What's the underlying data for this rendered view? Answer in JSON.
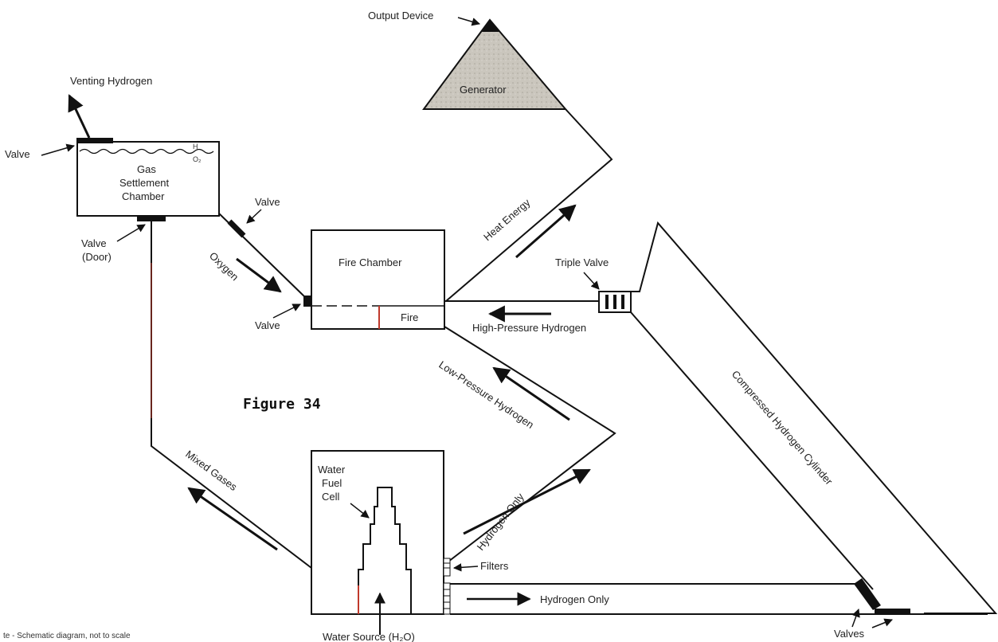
{
  "figure_title": "Figure 34",
  "note": "te - Schematic diagram, not to scale",
  "labels": {
    "output_device": "Output Device",
    "generator": "Generator",
    "venting_hydrogen": "Venting Hydrogen",
    "valve_top": "Valve",
    "gas_chamber_line1": "Gas",
    "gas_chamber_line2": "Settlement",
    "gas_chamber_line3": "Chamber",
    "h_mark": "H",
    "o_mark": "O₂",
    "valve_right": "Valve",
    "valve_door_line1": "Valve",
    "valve_door_line2": "(Door)",
    "oxygen": "Oxygen",
    "valve_fire": "Valve",
    "fire_chamber": "Fire Chamber",
    "fire": "Fire",
    "heat_energy": "Heat Energy",
    "triple_valve": "Triple Valve",
    "high_pressure_hydrogen": "High-Pressure Hydrogen",
    "low_pressure_hydrogen": "Low-Pressure Hydrogen",
    "compressed_hydrogen_cylinder": "Compressed Hydrogen Cylinder",
    "mixed_gases": "Mixed Gases",
    "water_fuel_cell_line1": "Water",
    "water_fuel_cell_line2": "Fuel",
    "water_fuel_cell_line3": "Cell",
    "hydrogen_only_diag": "Hydrogen Only",
    "filters": "Filters",
    "hydrogen_only_horiz": "Hydrogen Only",
    "water_source": "Water Source (H₂O)",
    "valves": "Valves"
  },
  "colors": {
    "line": "#111111",
    "generator_fill": "#c9c6bd",
    "accent_red": "#c0392b"
  }
}
